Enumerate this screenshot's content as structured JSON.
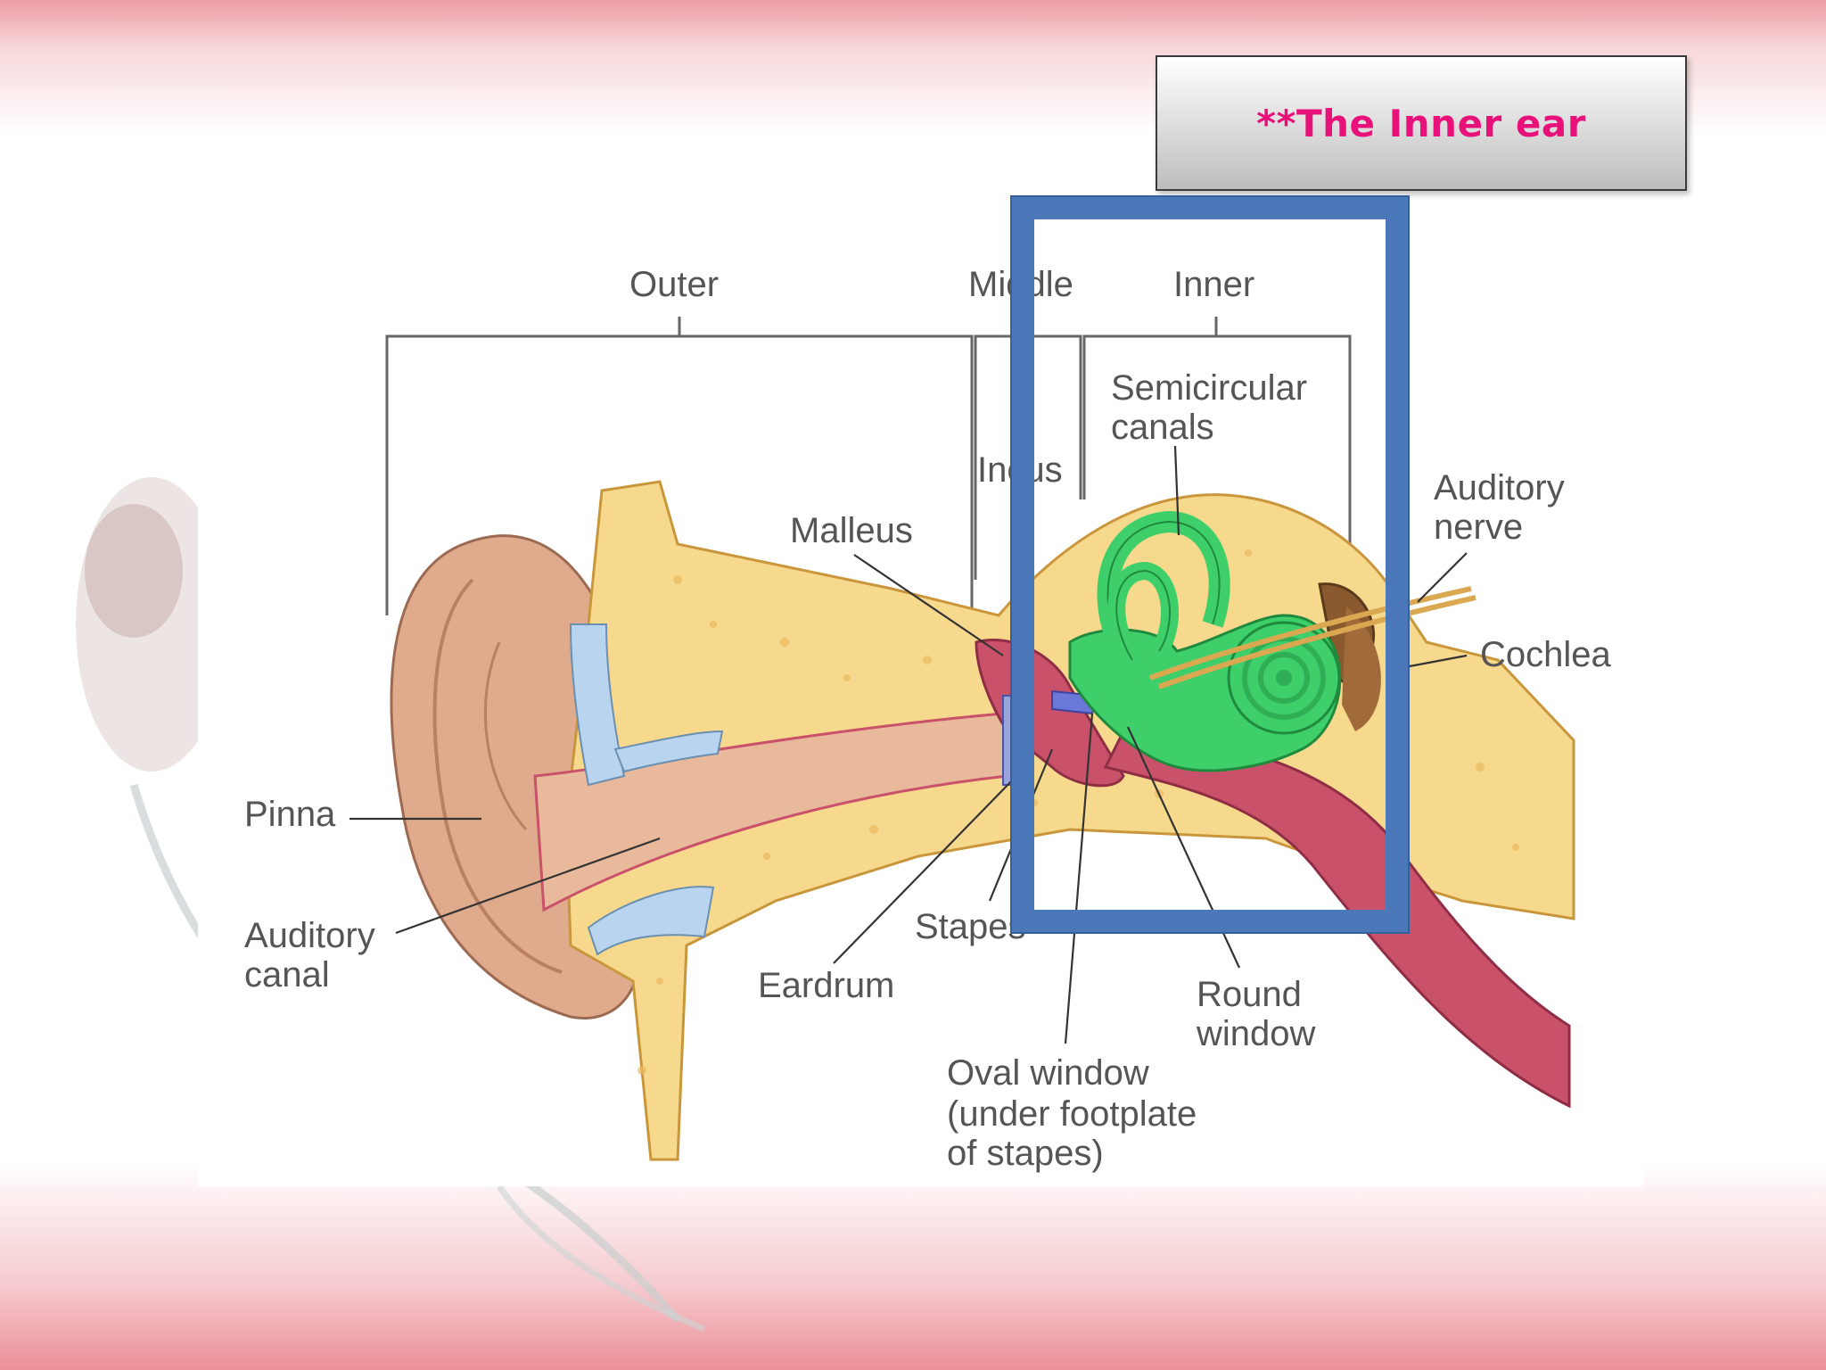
{
  "slide": {
    "title": "**The Inner ear"
  },
  "diagram": {
    "regions": {
      "outer": "Outer",
      "middle": "Middle",
      "inner": "Inner"
    },
    "labels": {
      "semicircular_line1": "Semicircular",
      "semicircular_line2": "canals",
      "incus": "Incus",
      "malleus": "Malleus",
      "auditory_nerve_line1": "Auditory",
      "auditory_nerve_line2": "nerve",
      "cochlea": "Cochlea",
      "pinna": "Pinna",
      "auditory_canal_line1": "Auditory",
      "auditory_canal_line2": "canal",
      "stapes": "Stapes",
      "eardrum": "Eardrum",
      "round_window_line1": "Round",
      "round_window_line2": "window",
      "oval_window_line1": "Oval window",
      "oval_window_line2": "(under footplate",
      "oval_window_line3": "of stapes)"
    },
    "colors": {
      "highlight_frame": "#4a78b8",
      "inner_ear": "#3fcf6a",
      "bone": "#f7d98e",
      "skin": "#e8b99a",
      "tube": "#c9516a",
      "title": "#e8117a"
    }
  }
}
